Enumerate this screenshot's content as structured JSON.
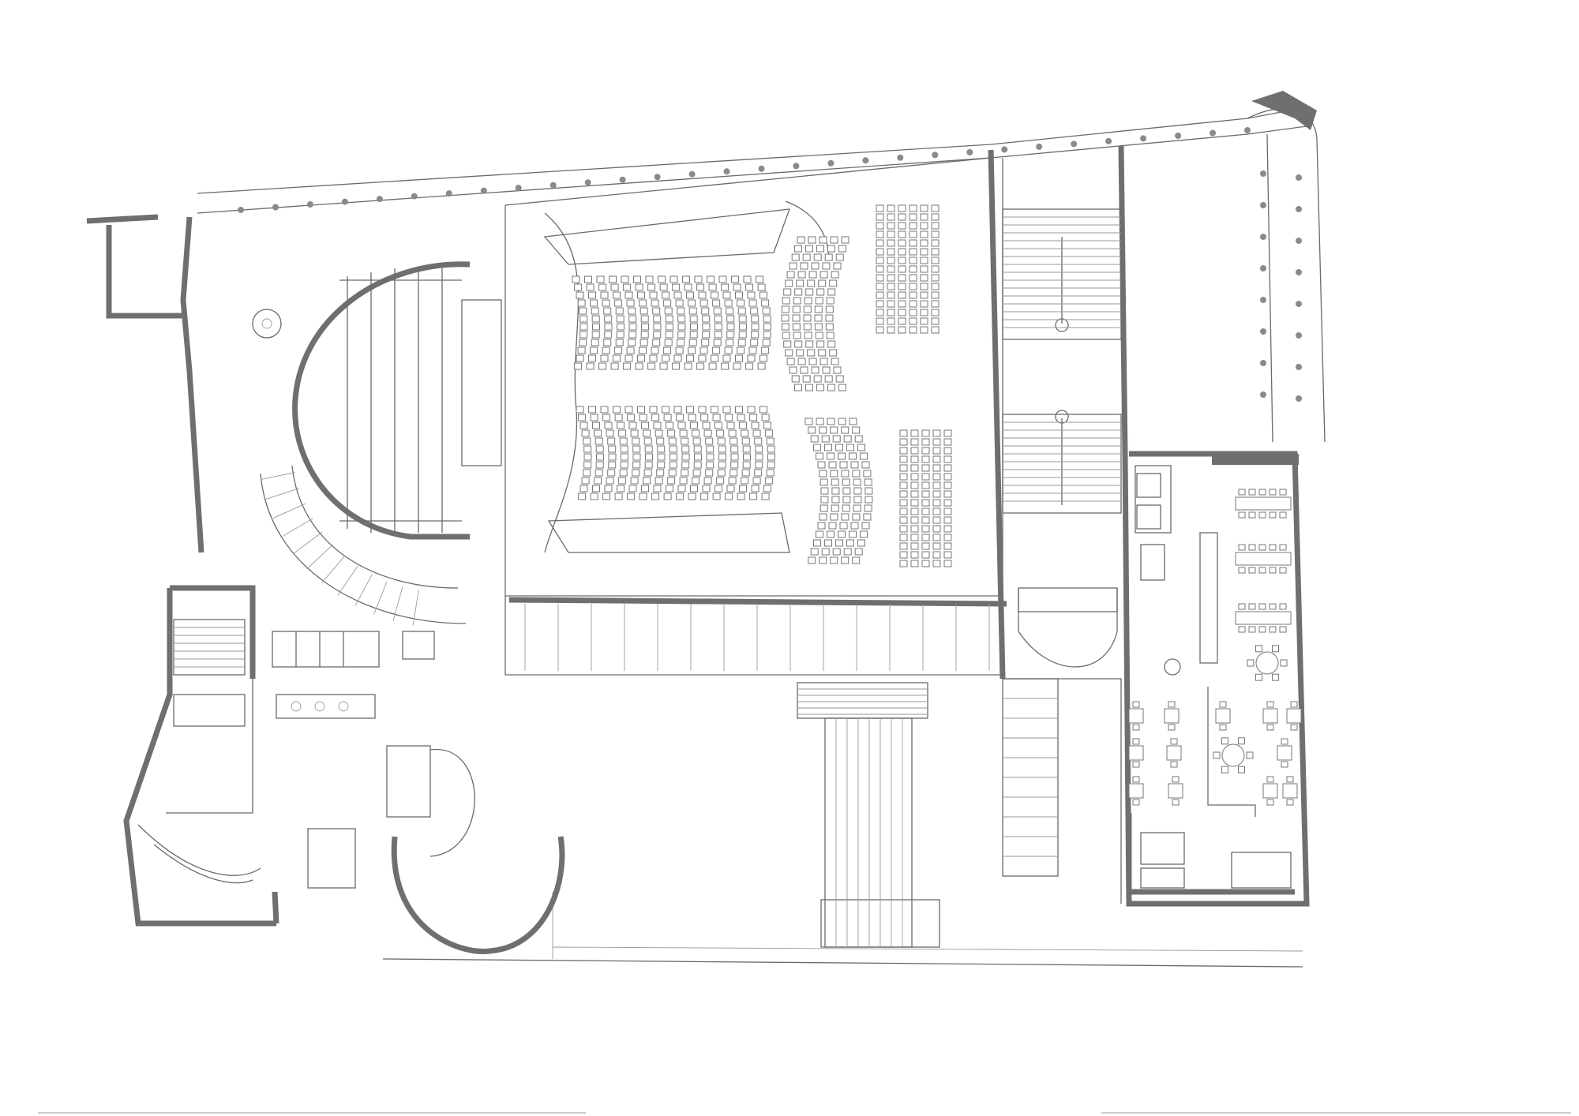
{
  "drawing": {
    "kind": "architectural floor plan",
    "labels": []
  },
  "elements": [
    {
      "name": "auditorium-seating"
    },
    {
      "name": "stage"
    },
    {
      "name": "foyer"
    },
    {
      "name": "colonnade"
    },
    {
      "name": "stair-hall"
    },
    {
      "name": "restrooms"
    },
    {
      "name": "cafe-dining"
    },
    {
      "name": "entrance-steps"
    },
    {
      "name": "rotunda-stair"
    }
  ],
  "colors": {
    "line": "#6a6a6a",
    "wall": "#6f6f6f",
    "paper": "#ffffff"
  }
}
